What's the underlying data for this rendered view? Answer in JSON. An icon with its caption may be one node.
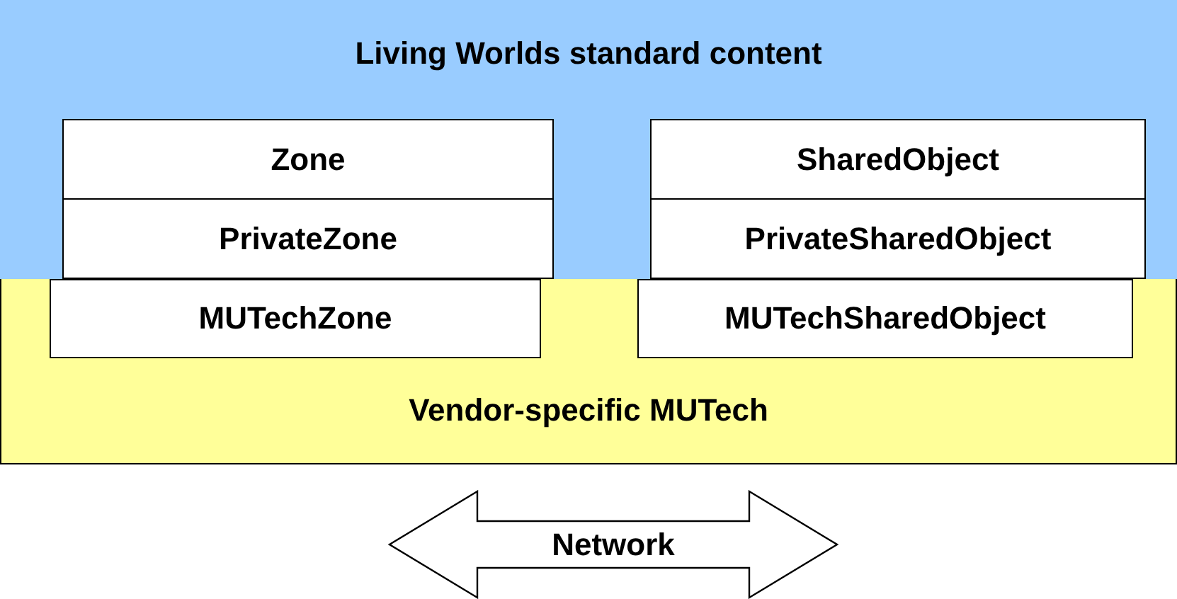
{
  "diagram": {
    "nodes": [
      {
        "text": [
          "Living Worlds standard content"
        ]
      },
      {
        "text": [
          "Zone"
        ],
        "in": 0
      },
      {
        "text": [
          "SharedObject"
        ],
        "in": 0
      },
      {
        "text": [
          "PrivateZone"
        ],
        "in": 0
      },
      {
        "text": [
          "PrivateSharedObject"
        ],
        "in": 0
      },
      {
        "text": [
          "Vendor-specific MUTech"
        ]
      },
      {
        "text": [
          "MUTechZone"
        ],
        "in": 5
      },
      {
        "text": [
          "MUTechSharedObject"
        ],
        "in": 5
      },
      {
        "text": [
          "Network"
        ]
      }
    ]
  }
}
